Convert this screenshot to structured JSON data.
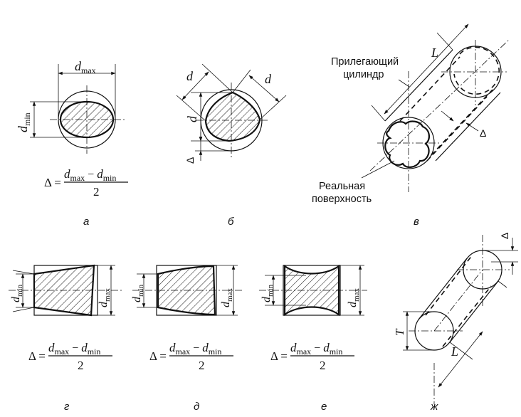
{
  "labels": {
    "d_max": "d",
    "max_sub": "max",
    "d_min": "d",
    "min_sub": "min",
    "d": "d",
    "L": "L",
    "T": "T",
    "delta": "Δ"
  },
  "formula": {
    "lhs": "Δ =",
    "numerator_a": "d",
    "sub_a": "max",
    "minus": "−",
    "numerator_b": "d",
    "sub_b": "min",
    "denominator": "2"
  },
  "text": {
    "adjacent_cylinder_line1": "Прилегающий",
    "adjacent_cylinder_line2": "цилиндр",
    "real_surface_line1": "Реальная",
    "real_surface_line2": "поверхность"
  },
  "panel_labels": [
    "а",
    "б",
    "в",
    "г",
    "д",
    "е",
    "ж"
  ]
}
